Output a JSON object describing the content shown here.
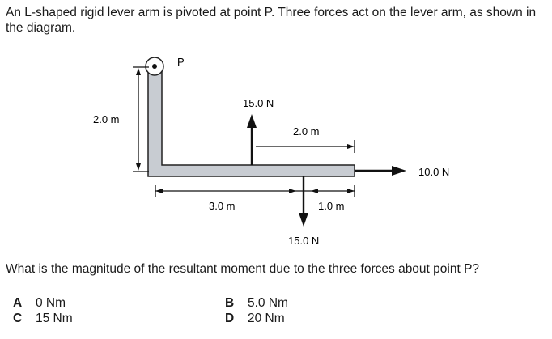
{
  "intro_text": "An L-shaped rigid lever arm is pivoted at point P.  Three forces act on the lever arm, as shown in the diagram.",
  "diagram": {
    "pivot_label": "P",
    "vertical_length": "2.0 m",
    "up_force": "15.0 N",
    "top_dimension": "2.0 m",
    "right_force": "10.0 N",
    "bottom_dimension_left": "3.0 m",
    "bottom_dimension_right": "1.0 m",
    "down_force": "15.0 N"
  },
  "question": "What is the magnitude of the resultant moment due to the three forces about point P?",
  "options": [
    {
      "letter": "A",
      "text": "0 Nm"
    },
    {
      "letter": "B",
      "text": "5.0 Nm"
    },
    {
      "letter": "C",
      "text": "15 Nm"
    },
    {
      "letter": "D",
      "text": "20 Nm"
    }
  ]
}
